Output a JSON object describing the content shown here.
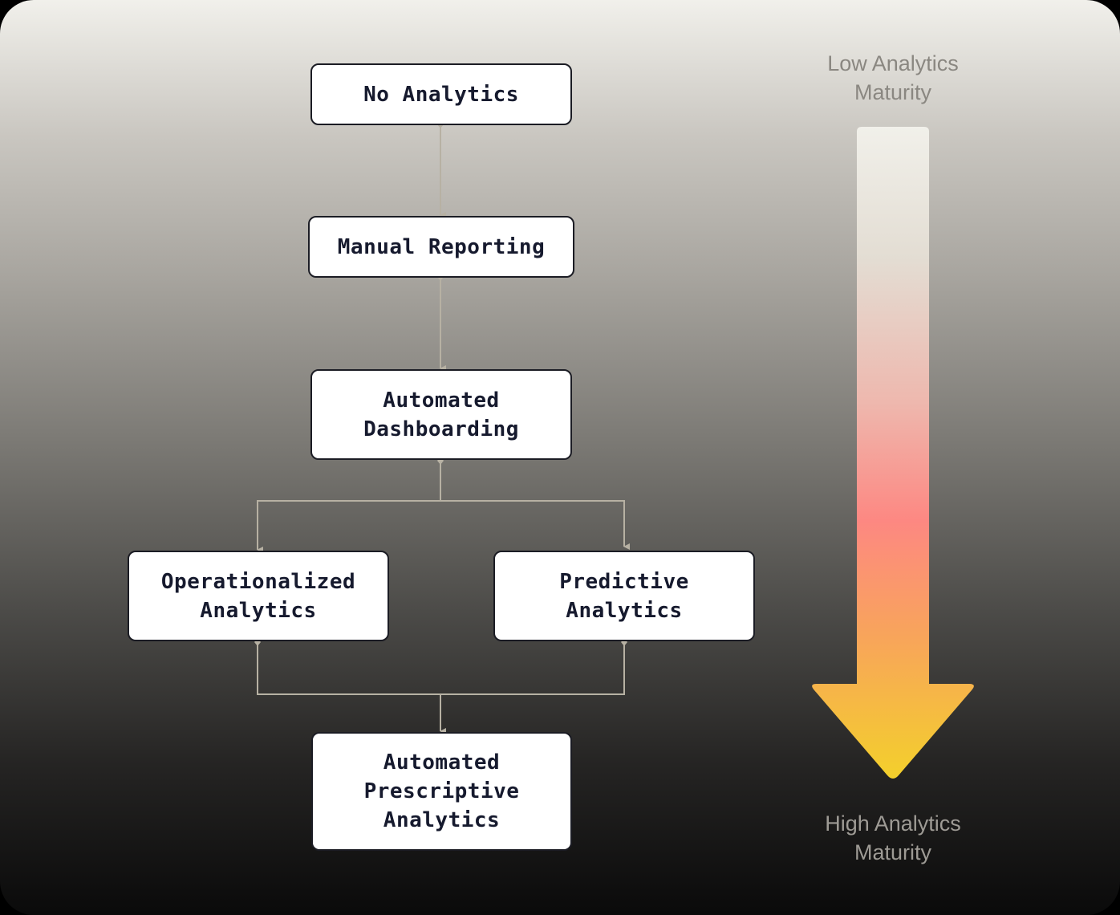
{
  "nodes": {
    "no_analytics": "No Analytics",
    "manual_reporting": "Manual Reporting",
    "automated_dashboarding": "Automated\nDashboarding",
    "operationalized_analytics": "Operationalized\nAnalytics",
    "predictive_analytics": "Predictive\nAnalytics",
    "automated_prescriptive_analytics": "Automated\nPrescriptive\nAnalytics"
  },
  "maturity_scale": {
    "top_label": "Low Analytics\nMaturity",
    "bottom_label": "High Analytics\nMaturity",
    "gradient_colors": [
      "#f1f0ea",
      "#e3ddd3",
      "#eeb8ae",
      "#fd8882",
      "#f8a55a",
      "#f3d12a"
    ]
  },
  "colors": {
    "connector": "#b7b1a3",
    "box_border": "#1b1c24",
    "box_text": "#161a2e",
    "top_label_color": "#8a8781",
    "bottom_label_color": "#9e9b95"
  }
}
